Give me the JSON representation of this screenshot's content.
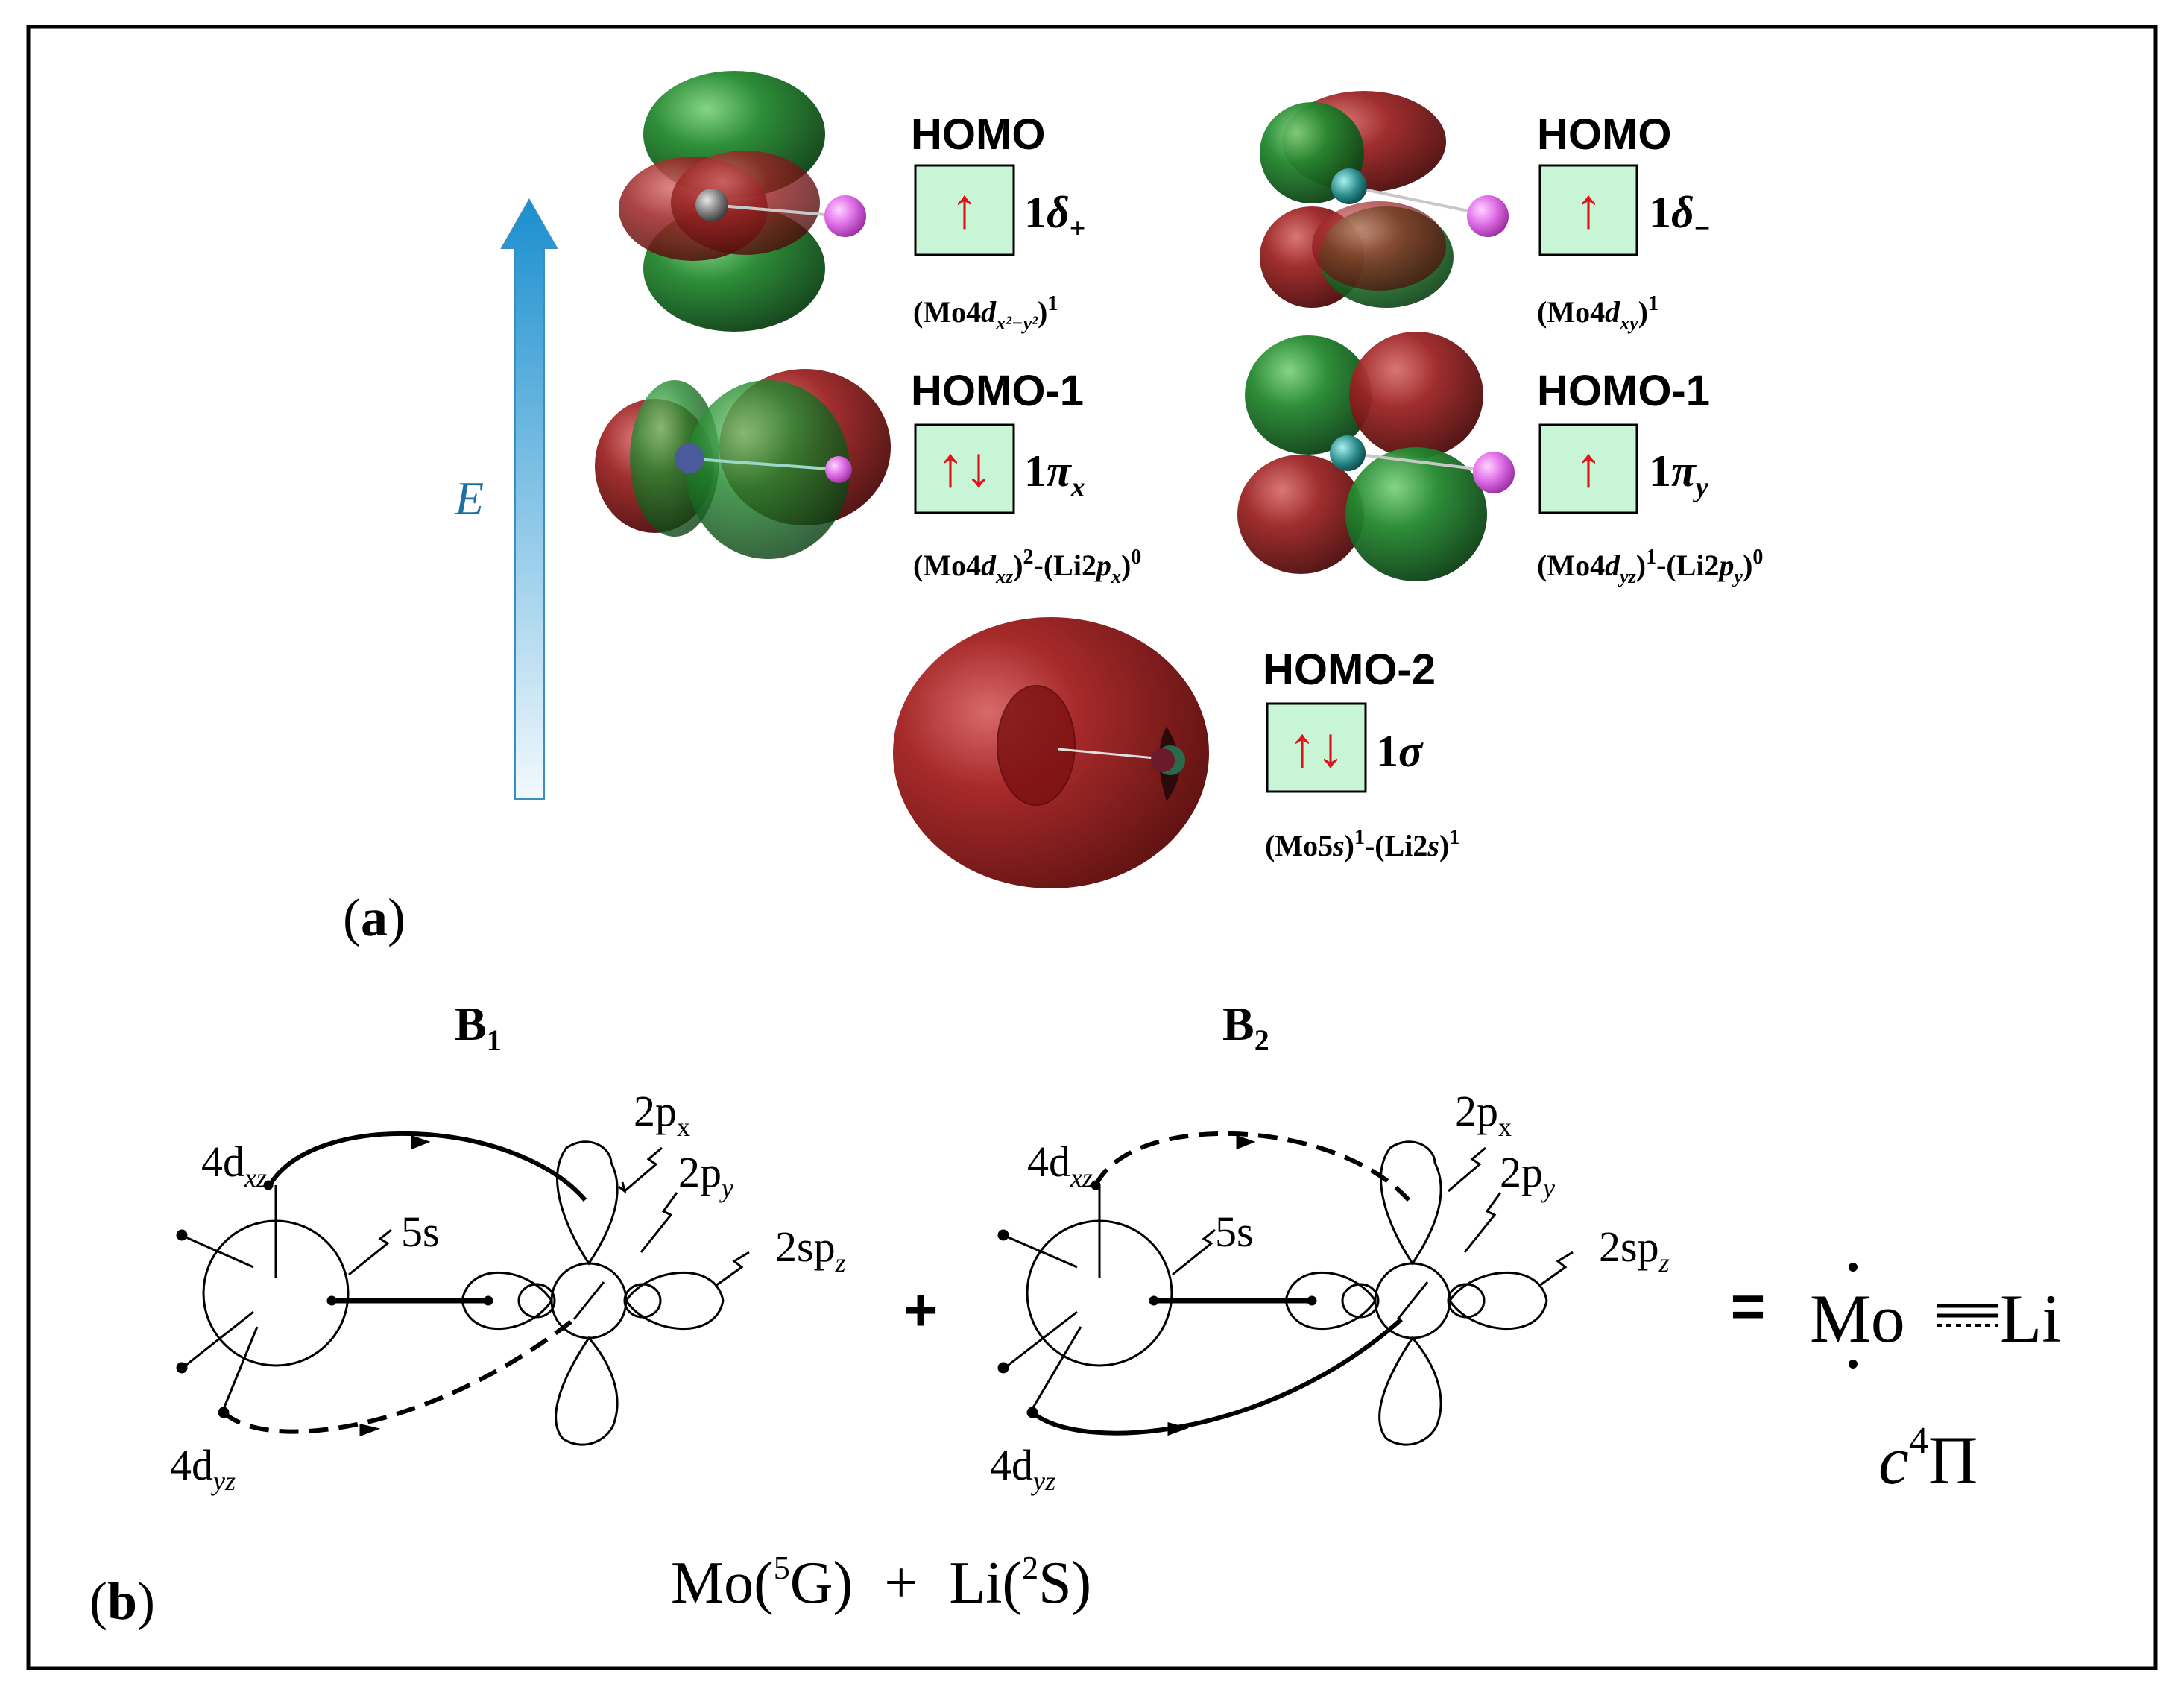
{
  "panel_a": {
    "label_open": "(",
    "label_letter": "a",
    "label_close": ")",
    "axis_label": "E",
    "orbitals": [
      {
        "id": "homo-delta-plus",
        "title": "HOMO",
        "arrows": "↑",
        "symbol": "1",
        "sym_greek": "δ",
        "sym_sub": "+",
        "config_parts": [
          [
            "(Mo4",
            "b"
          ],
          [
            "d",
            "bi"
          ],
          [
            "x²−y²",
            "sub"
          ],
          [
            ")",
            "b"
          ],
          [
            "1",
            "sup"
          ]
        ]
      },
      {
        "id": "homo-delta-minus",
        "title": "HOMO",
        "arrows": "↑",
        "symbol": "1",
        "sym_greek": "δ",
        "sym_sub": "−",
        "config_parts": [
          [
            "(Mo4",
            "b"
          ],
          [
            "d",
            "bi"
          ],
          [
            "xy",
            "sub"
          ],
          [
            ")",
            "b"
          ],
          [
            "1",
            "sup"
          ]
        ]
      },
      {
        "id": "homo1-pi-x",
        "title": "HOMO-1",
        "arrows": "↑↓",
        "symbol": "1",
        "sym_greek": "π",
        "sym_sub": "x",
        "config_parts": [
          [
            "(Mo4",
            "b"
          ],
          [
            "d",
            "bi"
          ],
          [
            "xz",
            "sub"
          ],
          [
            ")",
            "b"
          ],
          [
            "2",
            "sup"
          ],
          [
            "-(Li2",
            "b"
          ],
          [
            "p",
            "bi"
          ],
          [
            "x",
            "sub"
          ],
          [
            ")",
            "b"
          ],
          [
            "0",
            "sup"
          ]
        ]
      },
      {
        "id": "homo1-pi-y",
        "title": "HOMO-1",
        "arrows": "↑",
        "symbol": "1",
        "sym_greek": "π",
        "sym_sub": "y",
        "config_parts": [
          [
            "(Mo4",
            "b"
          ],
          [
            "d",
            "bi"
          ],
          [
            "yz",
            "sub"
          ],
          [
            ")",
            "b"
          ],
          [
            "1",
            "sup"
          ],
          [
            "-(Li2",
            "b"
          ],
          [
            "p",
            "bi"
          ],
          [
            "y",
            "sub"
          ],
          [
            ")",
            "b"
          ],
          [
            "0",
            "sup"
          ]
        ]
      },
      {
        "id": "homo2-sigma",
        "title": "HOMO-2",
        "arrows": "↑↓",
        "symbol": "1",
        "sym_greek": "σ",
        "sym_sub": "",
        "config_parts": [
          [
            "(Mo5",
            "b"
          ],
          [
            "s",
            "bi"
          ],
          [
            ")",
            "b"
          ],
          [
            "1",
            "sup"
          ],
          [
            "-(Li2",
            "b"
          ],
          [
            "s",
            "bi"
          ],
          [
            ")",
            "b"
          ],
          [
            "1",
            "sup"
          ]
        ]
      }
    ]
  },
  "panel_b": {
    "label_open": "(",
    "label_letter": "b",
    "label_close": ")",
    "b1_main": "B",
    "b1_sub": "1",
    "b2_main": "B",
    "b2_sub": "2",
    "d_main": "4d",
    "dxz_sub": "xz",
    "dyz_sub": "yz",
    "s5": "5s",
    "p_main": "2p",
    "px_sub": "x",
    "py_sub": "y",
    "sp_main": "2sp",
    "spz_sub": "z",
    "plus": "+",
    "equals": "=",
    "product_mo": "Mo",
    "product_li": "Li",
    "state_c": "c",
    "state_sup": "4",
    "state_pi": "Π",
    "reactants": {
      "mo_open": "Mo(",
      "mo_sup": "5",
      "mo_close": "G)",
      "plus": "+",
      "li_open": "Li(",
      "li_sup": "2",
      "li_close": "S)"
    }
  },
  "colors": {
    "lobe_green": "#1f7a2a",
    "lobe_red": "#8c1c1c",
    "li_atom": "#e070e8",
    "box_fill": "#c8f5d6",
    "arrow_red": "#e0141a",
    "energy_arrow": "#1e90c8",
    "energy_label": "#1f6fa3"
  }
}
